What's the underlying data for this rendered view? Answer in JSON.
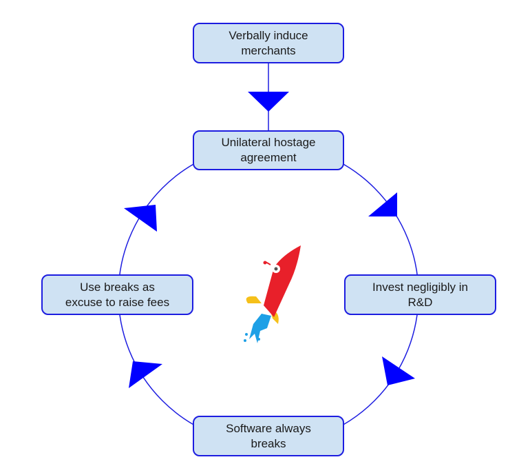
{
  "diagram": {
    "type": "cycle-flowchart",
    "colors": {
      "node_fill": "#cfe2f3",
      "node_border": "#1c1ce0",
      "connector": "#1c1ce0",
      "arrowhead": "#0000ff",
      "text": "#1a1a1a"
    },
    "entry_node": {
      "id": "verbally-induce",
      "lines": [
        "Verbally induce",
        "merchants"
      ]
    },
    "cycle_nodes": [
      {
        "id": "unilateral-hostage",
        "lines": [
          "Unilateral hostage",
          "agreement"
        ]
      },
      {
        "id": "invest-negligibly",
        "lines": [
          "Invest negligibly in",
          "R&D"
        ]
      },
      {
        "id": "software-breaks",
        "lines": [
          "Software always",
          "breaks"
        ]
      },
      {
        "id": "use-breaks",
        "lines": [
          "Use breaks as",
          "excuse to raise fees"
        ]
      }
    ],
    "edges": [
      {
        "from": "verbally-induce",
        "to": "unilateral-hostage"
      },
      {
        "from": "unilateral-hostage",
        "to": "invest-negligibly"
      },
      {
        "from": "invest-negligibly",
        "to": "software-breaks"
      },
      {
        "from": "software-breaks",
        "to": "use-breaks"
      },
      {
        "from": "use-breaks",
        "to": "unilateral-hostage"
      }
    ],
    "center_icon": "rocket-icon"
  }
}
